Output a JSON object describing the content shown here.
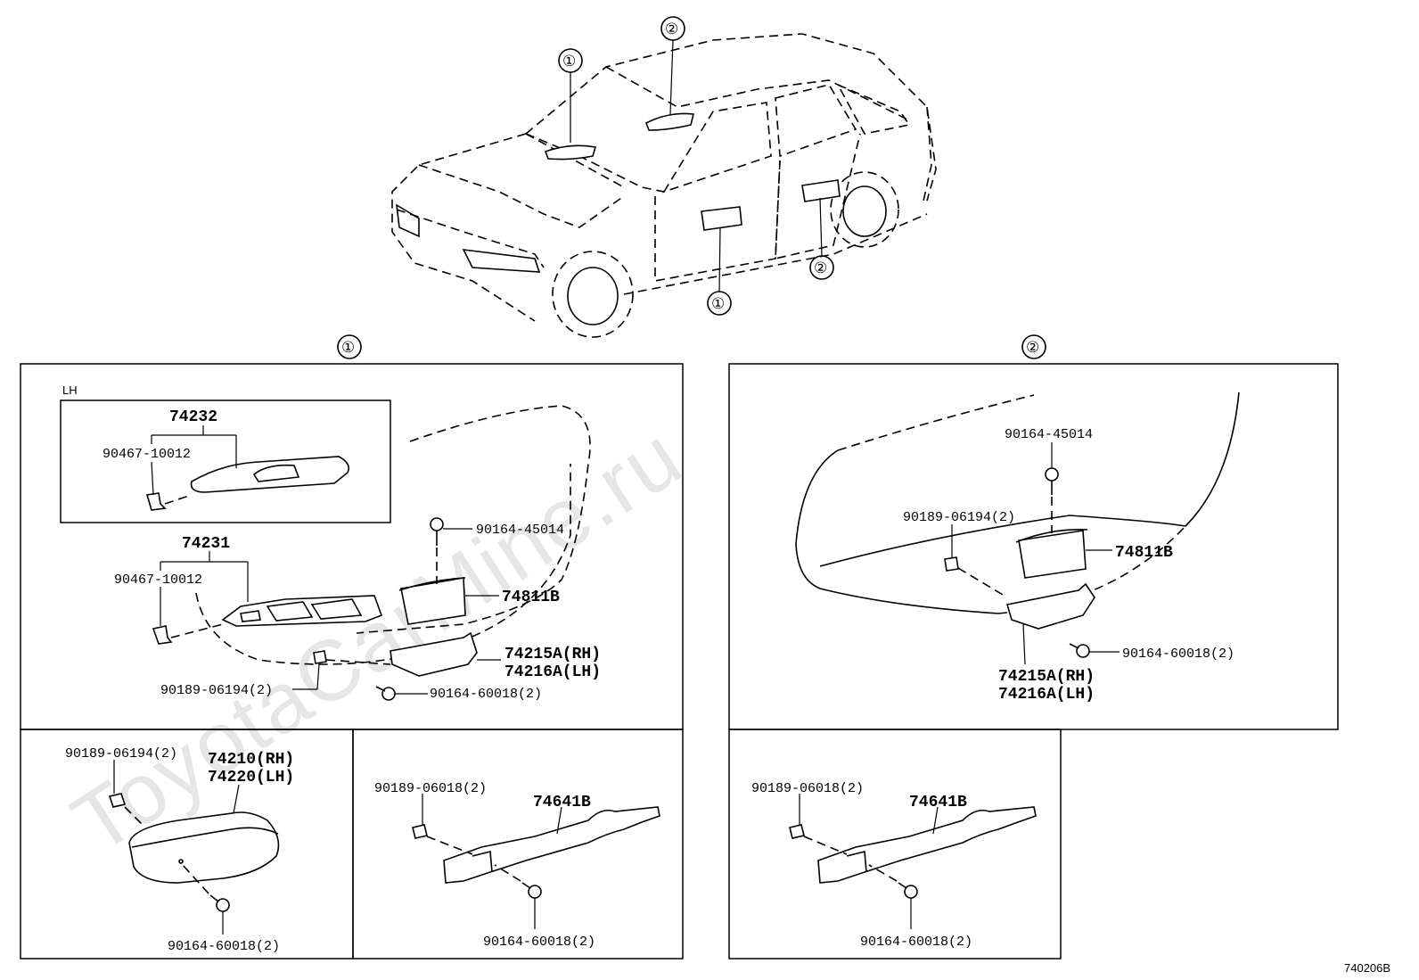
{
  "watermark": "ToyotaCarMine.ru",
  "diagram_code": "740206B",
  "callouts": {
    "one": "①",
    "two": "②"
  },
  "section1": {
    "lh_label": "LH",
    "parts": {
      "p74232": "74232",
      "p90467a": "90467-10012",
      "p74231": "74231",
      "p90467b": "90467-10012",
      "p90164_45014": "90164-45014",
      "p74811B": "74811B",
      "p74215A": "74215A(RH)",
      "p74216A": "74216A(LH)",
      "p90189": "90189-06194(2)",
      "p90164_60018": "90164-60018(2)"
    }
  },
  "section2": {
    "parts": {
      "p90164_45014": "90164-45014",
      "p90189": "90189-06194(2)",
      "p74811B": "74811B",
      "p90164_60018": "90164-60018(2)",
      "p74215A": "74215A(RH)",
      "p74216A": "74216A(LH)"
    }
  },
  "panel_a": {
    "p90189": "90189-06194(2)",
    "p74210": "74210(RH)",
    "p74220": "74220(LH)",
    "p90164": "90164-60018(2)"
  },
  "panel_b": {
    "p90189": "90189-06018(2)",
    "p74641B": "74641B",
    "p90164": "90164-60018(2)"
  },
  "panel_c": {
    "p90189": "90189-06018(2)",
    "p74641B": "74641B",
    "p90164": "90164-60018(2)"
  }
}
